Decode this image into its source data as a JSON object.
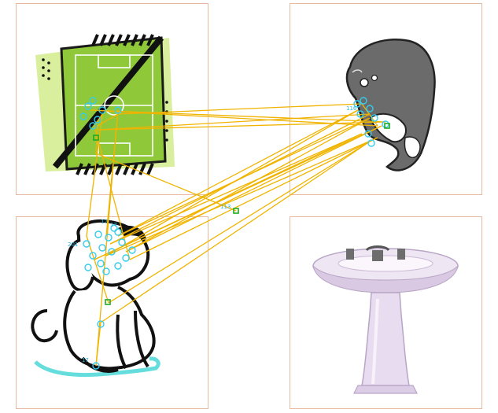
{
  "colors": {
    "panel_border": "#e9b99f",
    "scanpath": "#f0b400",
    "fixation": "#33ccee",
    "fixation_label": "#2bb6dd",
    "marker": "#22aa22",
    "field_green": "#8fc93a",
    "field_light": "#d9ef9d",
    "whale_gray": "#6b6b6b",
    "sink_lilac": "#e8dcf0"
  },
  "panels": [
    {
      "name": "panel-soccer-field",
      "content": "soccer-field-clipart"
    },
    {
      "name": "panel-whale",
      "content": "whale-clipart"
    },
    {
      "name": "panel-dog",
      "content": "dog-clipart"
    },
    {
      "name": "panel-sink",
      "content": "pedestal-sink-photo"
    }
  ],
  "fixation_labels": [
    "113",
    "17",
    "201",
    "17",
    "17",
    "116"
  ]
}
